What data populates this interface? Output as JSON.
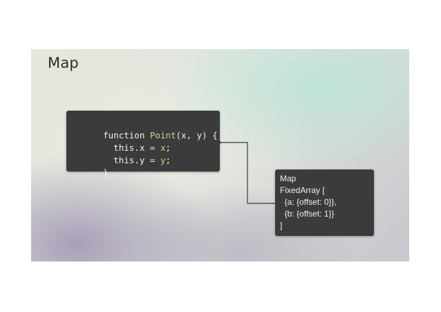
{
  "slide": {
    "title": "Map"
  },
  "code_box": {
    "lines": [
      {
        "parts": [
          "function ",
          "Point",
          "(x, y) {"
        ]
      },
      {
        "parts": [
          "  this.x = ",
          "x",
          ";"
        ]
      },
      {
        "parts": [
          "  this.y = ",
          "y",
          ";"
        ]
      },
      {
        "parts": [
          "}"
        ]
      }
    ]
  },
  "map_box": {
    "lines": [
      "Map",
      "FixedArray [",
      "  {a: {offset: 0}},",
      "  {b: {offset: 1}}",
      "]"
    ]
  },
  "colors": {
    "box_background": "#3b3b3b",
    "box_text": "#f2f2f2",
    "function_name": "#d7c9a2",
    "variable": "#d8c98a",
    "arrow": "#3a3a3a"
  }
}
